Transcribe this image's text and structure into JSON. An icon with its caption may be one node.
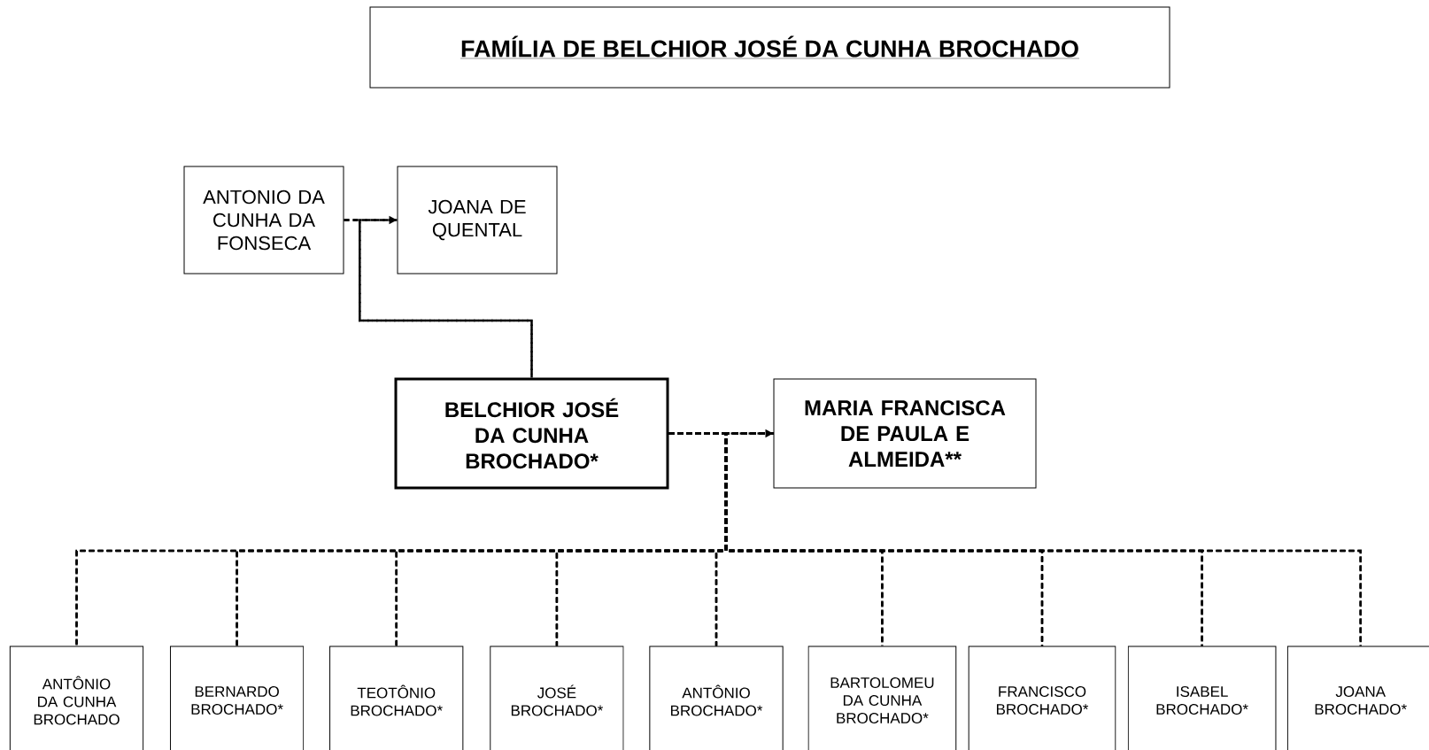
{
  "diagram": {
    "title": "FAMÍLIA DE BELCHIOR JOSÉ DA CUNHA BROCHADO",
    "nodes": [
      {
        "text": [
          "ANTONIO DA CUNHA DA FONSECA"
        ]
      },
      {
        "text": [
          "JOANA DE QUENTAL"
        ]
      },
      {
        "text": [
          "BELCHIOR JOSÉ DA CUNHA BROCHADO*"
        ]
      },
      {
        "text": [
          "MARIA FRANCISCA DE PAULA E ALMEIDA**"
        ]
      },
      {
        "text": [
          "ANTÔNIO DA CUNHA BROCHADO"
        ]
      },
      {
        "text": [
          "BERNARDO BROCHADO*"
        ]
      },
      {
        "text": [
          "TEOTÔNIO BROCHADO*"
        ]
      },
      {
        "text": [
          "JOSÉ BROCHADO*"
        ]
      },
      {
        "text": [
          "ANTÔNIO BROCHADO*"
        ]
      },
      {
        "text": [
          "BARTOLOMEU DA CUNHA BROCHADO*"
        ]
      },
      {
        "text": [
          "FRANCISCO BROCHADO*"
        ]
      },
      {
        "text": [
          "ISABEL BROCHADO*"
        ]
      },
      {
        "text": [
          "JOANA BROCHADO*"
        ]
      }
    ],
    "edges": [
      {
        "from": 0,
        "to": 1,
        "arrow": "to",
        "style": "dashed"
      },
      {
        "from": 0,
        "to": 2,
        "arrow": "none",
        "style": "dashed"
      },
      {
        "from": 1,
        "to": 2,
        "arrow": "none",
        "style": "dashed"
      },
      {
        "from": 2,
        "to": 3,
        "arrow": "to",
        "style": "dashed"
      },
      {
        "from": 2,
        "to": 4,
        "arrow": "none",
        "style": "dashed"
      },
      {
        "from": 3,
        "to": 4,
        "arrow": "none",
        "style": "dashed"
      },
      {
        "from": 2,
        "to": 5,
        "arrow": "none",
        "style": "dashed"
      },
      {
        "from": 3,
        "to": 5,
        "arrow": "none",
        "style": "dashed"
      },
      {
        "from": 2,
        "to": 6,
        "arrow": "none",
        "style": "dashed"
      },
      {
        "from": 3,
        "to": 6,
        "arrow": "none",
        "style": "dashed"
      },
      {
        "from": 2,
        "to": 7,
        "arrow": "none",
        "style": "dashed"
      },
      {
        "from": 3,
        "to": 7,
        "arrow": "none",
        "style": "dashed"
      },
      {
        "from": 2,
        "to": 8,
        "arrow": "none",
        "style": "dashed"
      },
      {
        "from": 3,
        "to": 8,
        "arrow": "none",
        "style": "dashed"
      },
      {
        "from": 2,
        "to": 9,
        "arrow": "none",
        "style": "dashed"
      },
      {
        "from": 3,
        "to": 9,
        "arrow": "none",
        "style": "dashed"
      },
      {
        "from": 2,
        "to": 10,
        "arrow": "none",
        "style": "dashed"
      },
      {
        "from": 3,
        "to": 10,
        "arrow": "none",
        "style": "dashed"
      },
      {
        "from": 2,
        "to": 11,
        "arrow": "none",
        "style": "dashed"
      },
      {
        "from": 3,
        "to": 11,
        "arrow": "none",
        "style": "dashed"
      },
      {
        "from": 2,
        "to": 12,
        "arrow": "none",
        "style": "dashed"
      },
      {
        "from": 3,
        "to": 12,
        "arrow": "none",
        "style": "dashed"
      }
    ]
  }
}
